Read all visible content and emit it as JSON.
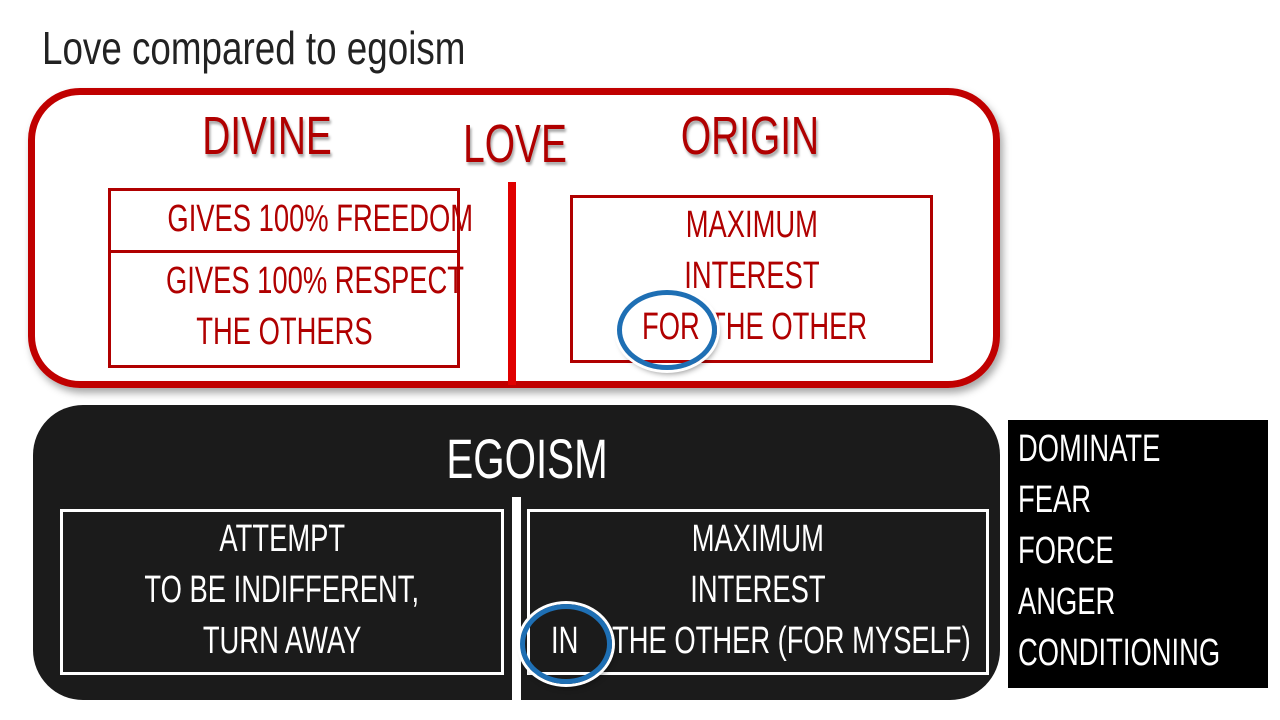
{
  "title": "Love compared to egoism",
  "love": {
    "left_heading": "DIVINE",
    "center_heading": "LOVE",
    "right_heading": "ORIGIN",
    "left_box": [
      "GIVES 100% FREEDOM",
      "GIVES 100% RESPECT",
      "THE OTHERS"
    ],
    "right_box": [
      "MAXIMUM",
      "INTEREST",
      "FOR",
      "THE OTHER"
    ]
  },
  "egoism": {
    "heading": "EGOISM",
    "left_box": [
      "ATTEMPT",
      "TO BE INDIFFERENT,",
      "TURN AWAY"
    ],
    "right_box": [
      "MAXIMUM",
      "INTEREST",
      "IN",
      "THE OTHER (FOR MYSELF)"
    ]
  },
  "side_list": [
    "DOMINATE",
    "FEAR",
    "FORCE",
    "ANGER",
    "CONDITIONING"
  ],
  "colors": {
    "red": "#b00000",
    "dark": "#1b1b1b",
    "highlight": "#1e6fb4"
  }
}
